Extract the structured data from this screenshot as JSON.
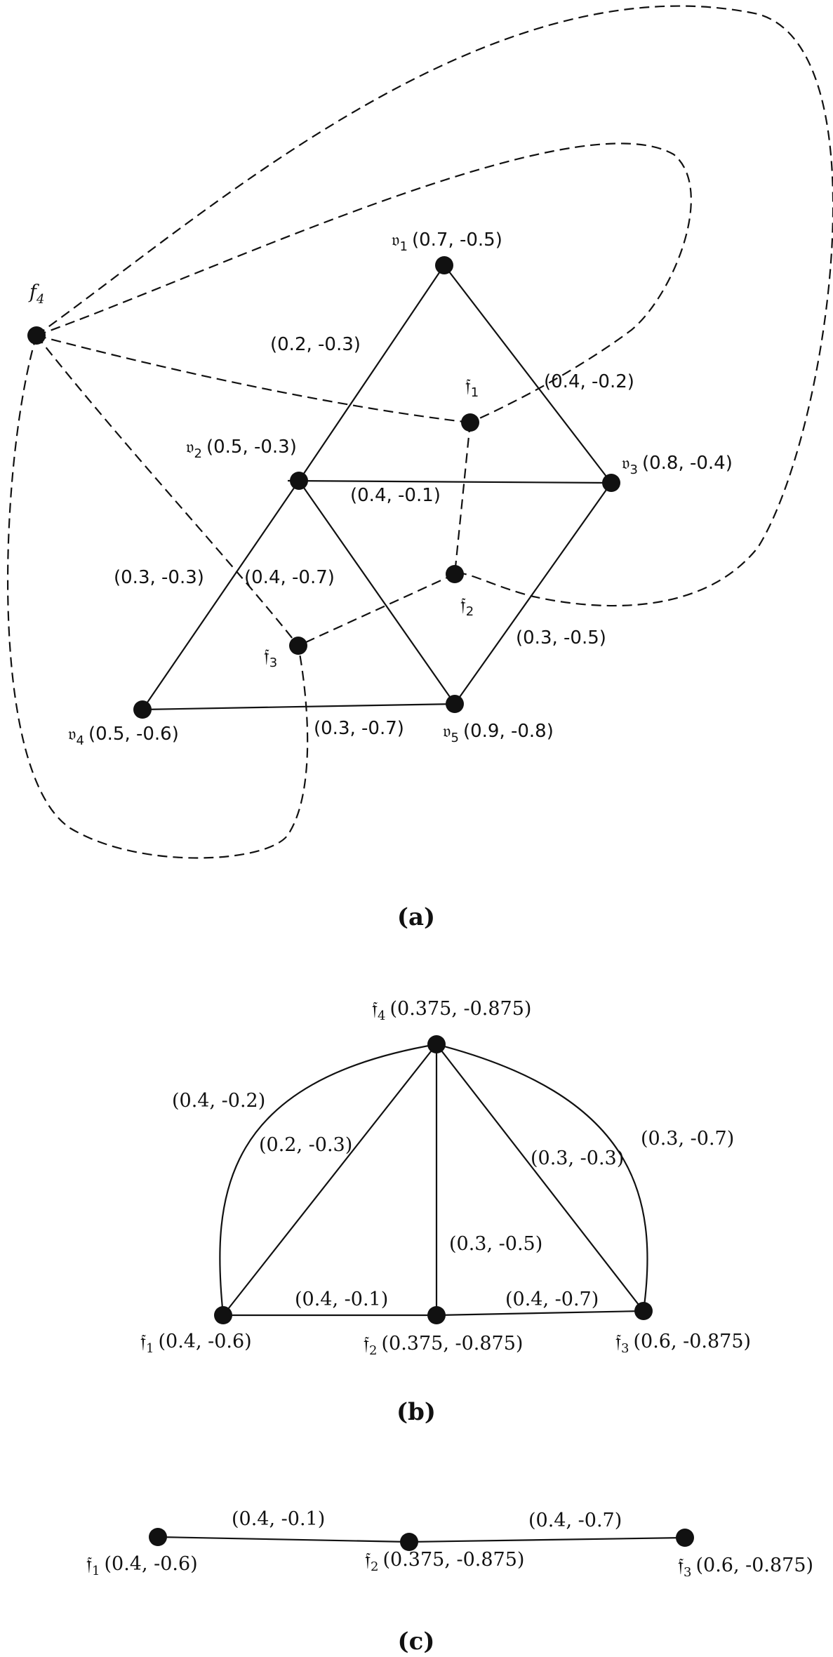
{
  "panel_a": {
    "caption": "(a)",
    "nodes": {
      "v1": {
        "sym": "𝔳",
        "sub": "1",
        "coords": "(0.7, -0.5)"
      },
      "v2": {
        "sym": "𝔳",
        "sub": "2",
        "coords": "(0.5, -0.3)"
      },
      "v3": {
        "sym": "𝔳",
        "sub": "3",
        "coords": "(0.8, -0.4)"
      },
      "v4": {
        "sym": "𝔳",
        "sub": "4",
        "coords": "(0.5, -0.6)"
      },
      "v5": {
        "sym": "𝔳",
        "sub": "5",
        "coords": "(0.9, -0.8)"
      },
      "f1": {
        "sym": "𝔣",
        "sub": "1"
      },
      "f2": {
        "sym": "𝔣",
        "sub": "2"
      },
      "f3": {
        "sym": "𝔣",
        "sub": "3"
      },
      "f4": {
        "sym": "f",
        "sub": "4"
      }
    },
    "edge_labels": {
      "v1v2": "(0.2, -0.3)",
      "v1v3": "(0.4, -0.2)",
      "v2v3": "(0.4, -0.1)",
      "v2v4": "(0.3, -0.3)",
      "v2v5": "(0.4, -0.7)",
      "v3v5": "(0.3, -0.5)",
      "v4v5": "(0.3, -0.7)"
    }
  },
  "panel_b": {
    "caption": "(b)",
    "nodes": {
      "f4": {
        "sym": "𝔣",
        "sub": "4",
        "coords": "(0.375, -0.875)"
      },
      "f1": {
        "sym": "𝔣",
        "sub": "1",
        "coords": "(0.4, -0.6)"
      },
      "f2": {
        "sym": "𝔣",
        "sub": "2",
        "coords": "(0.375, -0.875)"
      },
      "f3": {
        "sym": "𝔣",
        "sub": "3",
        "coords": "(0.6, -0.875)"
      }
    },
    "edge_labels": {
      "f1f4_curve": "(0.4, -0.2)",
      "f1f4": "(0.2, -0.3)",
      "f2f4": "(0.3, -0.5)",
      "f3f4": "(0.3, -0.3)",
      "f3f4_curve": "(0.3, -0.7)",
      "f1f2": "(0.4, -0.1)",
      "f2f3": "(0.4, -0.7)"
    }
  },
  "panel_c": {
    "caption": "(c)",
    "nodes": {
      "f1": {
        "sym": "𝔣",
        "sub": "1",
        "coords": "(0.4, -0.6)"
      },
      "f2": {
        "sym": "𝔣",
        "sub": "2",
        "coords": "(0.375, -0.875)"
      },
      "f3": {
        "sym": "𝔣",
        "sub": "3",
        "coords": "(0.6, -0.875)"
      }
    },
    "edge_labels": {
      "f1f2": "(0.4, -0.1)",
      "f2f3": "(0.4, -0.7)"
    }
  }
}
